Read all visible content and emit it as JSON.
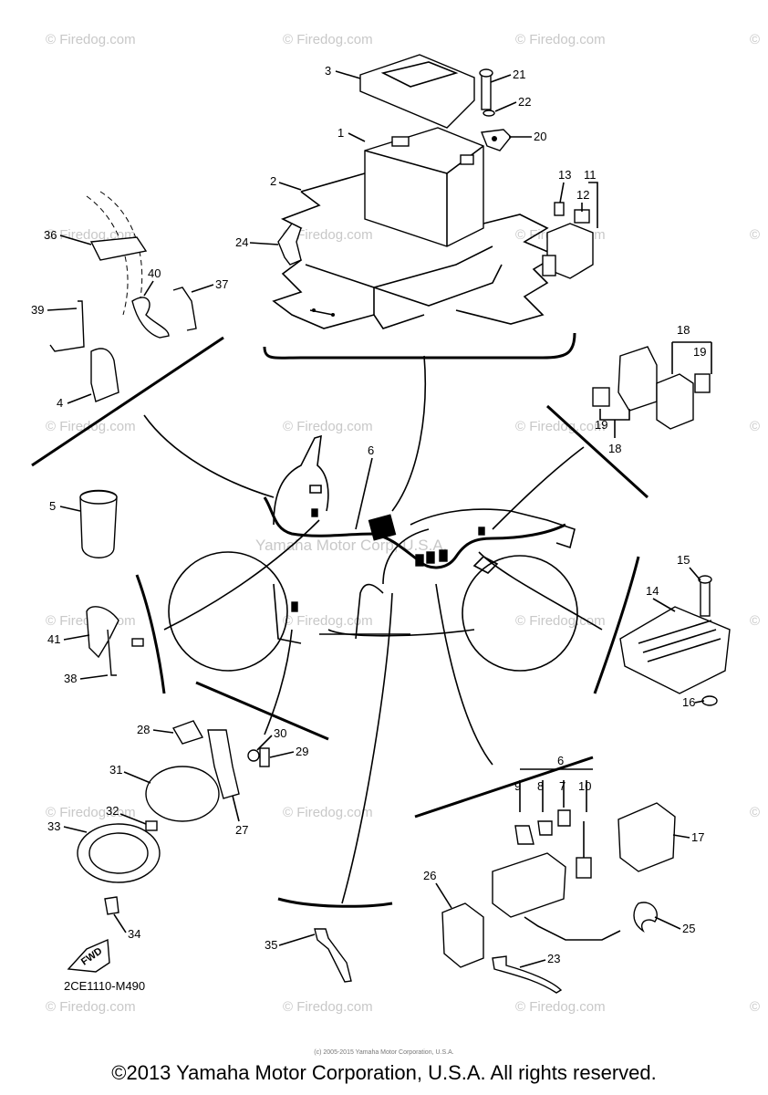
{
  "diagram": {
    "watermarks": [
      "© Firedog.com",
      "© Firedog.com",
      "© Firedog.com",
      "©",
      "© Firedog.com",
      "© Firedog.com",
      "© Firedog.com",
      "©",
      "© Firedog.com",
      "© Firedog.com",
      "© Firedog.com",
      "©",
      "© Firedog.com",
      "© Firedog.com",
      "© Firedog.com",
      "©",
      "© Firedog.com",
      "© Firedog.com",
      "©",
      "© Firedog.com",
      "© Firedog.com",
      "© Firedog.com",
      "©"
    ],
    "center_watermark": "Yamaha Motor Corp, U.S.A.",
    "callouts": [
      "1",
      "2",
      "3",
      "4",
      "5",
      "6",
      "6",
      "6",
      "7",
      "8",
      "9",
      "10",
      "11",
      "12",
      "13",
      "14",
      "15",
      "16",
      "17",
      "18",
      "18",
      "19",
      "19",
      "19",
      "20",
      "21",
      "22",
      "23",
      "24",
      "25",
      "26",
      "27",
      "28",
      "29",
      "30",
      "31",
      "32",
      "33",
      "34",
      "35",
      "36",
      "37",
      "38",
      "39",
      "40",
      "41"
    ],
    "fwd_label": "FWD",
    "diagram_code": "2CE1110-M490"
  },
  "footer": {
    "tiny_notice": "(c) 2005-2015 Yamaha Motor Corporation, U.S.A.",
    "copyright": "©2013 Yamaha Motor Corporation, U.S.A. All rights reserved."
  }
}
